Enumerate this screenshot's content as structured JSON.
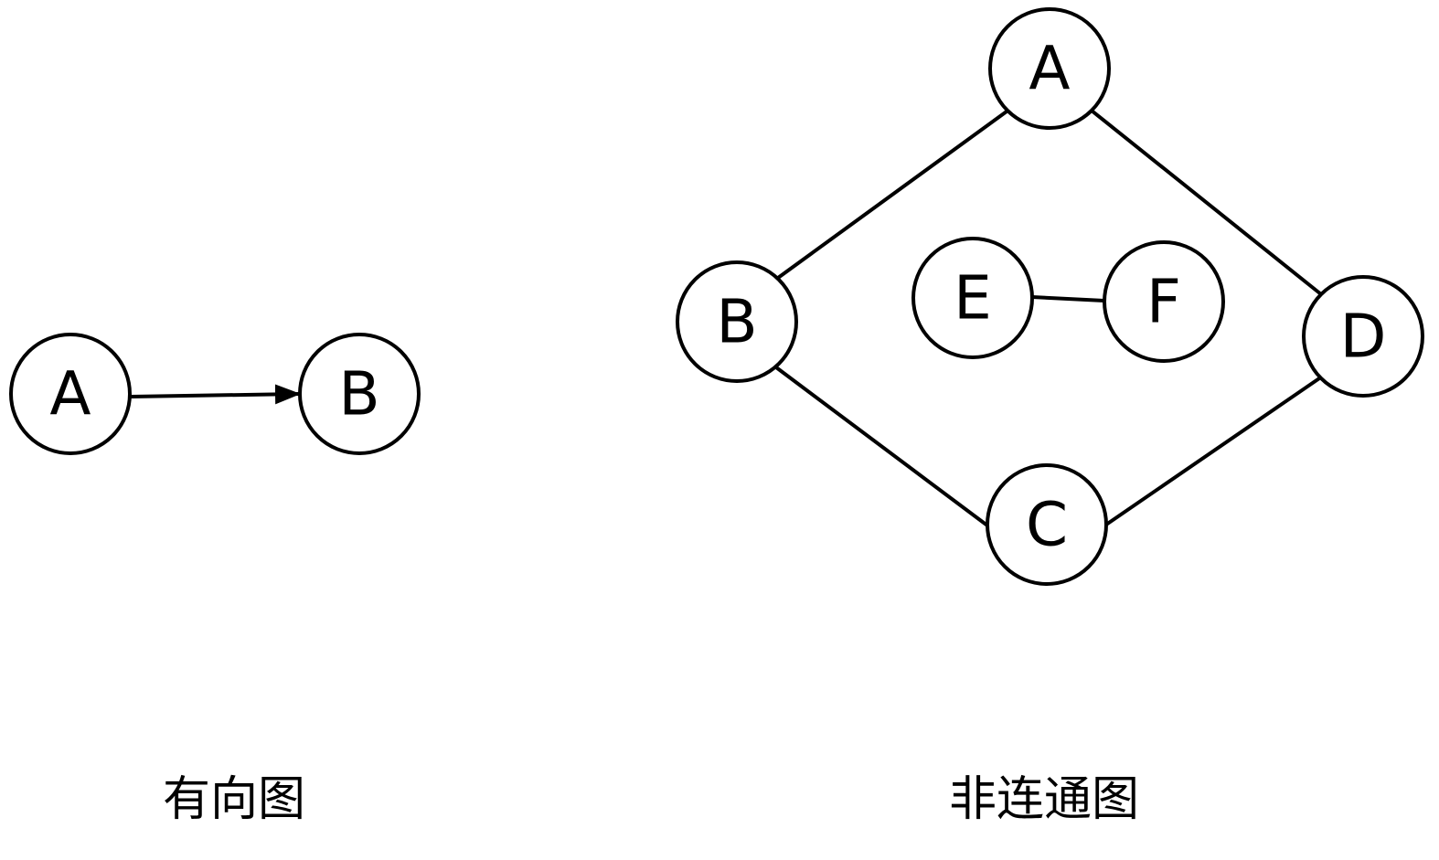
{
  "directed_graph": {
    "caption": "有向图",
    "nodes": [
      {
        "id": "A",
        "label": "A"
      },
      {
        "id": "B",
        "label": "B"
      }
    ],
    "edges": [
      {
        "from": "A",
        "to": "B",
        "directed": true
      }
    ]
  },
  "disconnected_graph": {
    "caption": "非连通图",
    "nodes": [
      {
        "id": "A",
        "label": "A"
      },
      {
        "id": "B",
        "label": "B"
      },
      {
        "id": "C",
        "label": "C"
      },
      {
        "id": "D",
        "label": "D"
      },
      {
        "id": "E",
        "label": "E"
      },
      {
        "id": "F",
        "label": "F"
      }
    ],
    "edges": [
      {
        "from": "A",
        "to": "B",
        "directed": false
      },
      {
        "from": "A",
        "to": "D",
        "directed": false
      },
      {
        "from": "B",
        "to": "C",
        "directed": false
      },
      {
        "from": "C",
        "to": "D",
        "directed": false
      },
      {
        "from": "E",
        "to": "F",
        "directed": false
      }
    ]
  },
  "colors": {
    "stroke": "#000000",
    "fill": "#ffffff"
  }
}
